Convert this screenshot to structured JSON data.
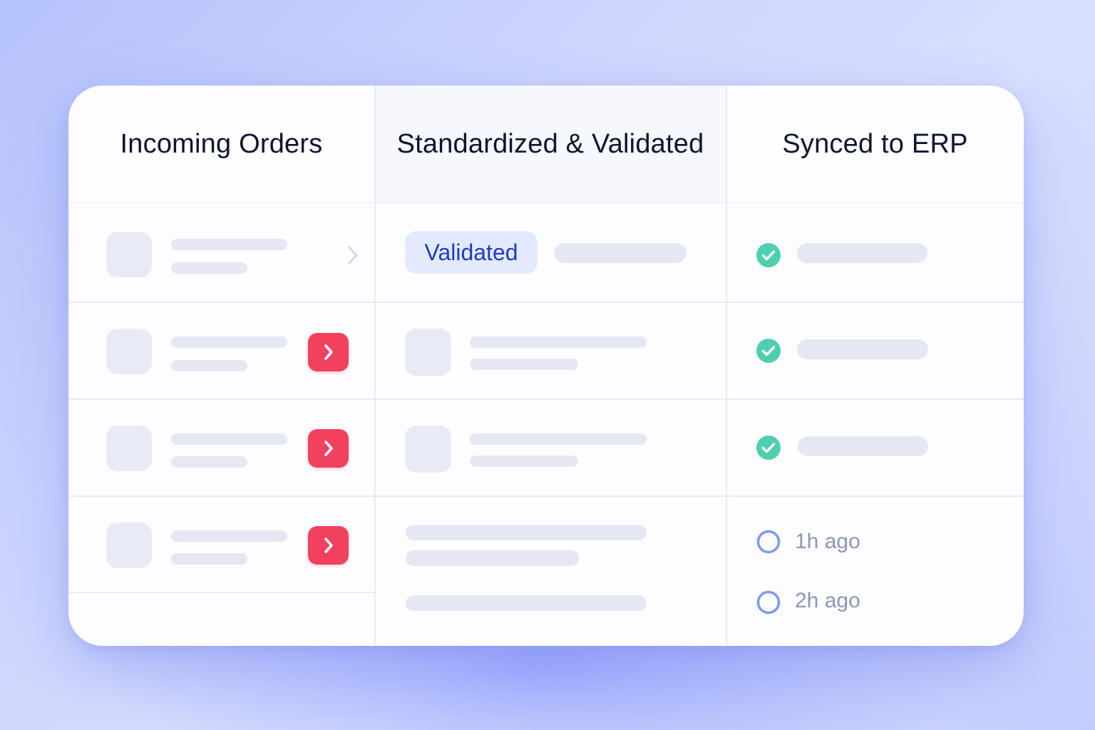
{
  "board": {
    "columns": [
      {
        "title": "Incoming Orders"
      },
      {
        "title": "Standardized & Validated"
      },
      {
        "title": "Synced to ERP"
      }
    ],
    "validated_badge": "Validated",
    "sync_status": {
      "synced_icon": "check-circle-icon",
      "pending_icon": "pending-ring-icon",
      "pending_times": [
        "1h ago",
        "2h ago"
      ]
    },
    "forward_icon": "chevron-right-icon"
  },
  "colors": {
    "accent_red": "#f2405f",
    "success_green": "#4fcfb0",
    "pending_blue": "#7e9bf2",
    "badge_bg": "#e4eafd",
    "badge_text": "#1f3ac2",
    "skeleton": "#e5e8f3"
  }
}
